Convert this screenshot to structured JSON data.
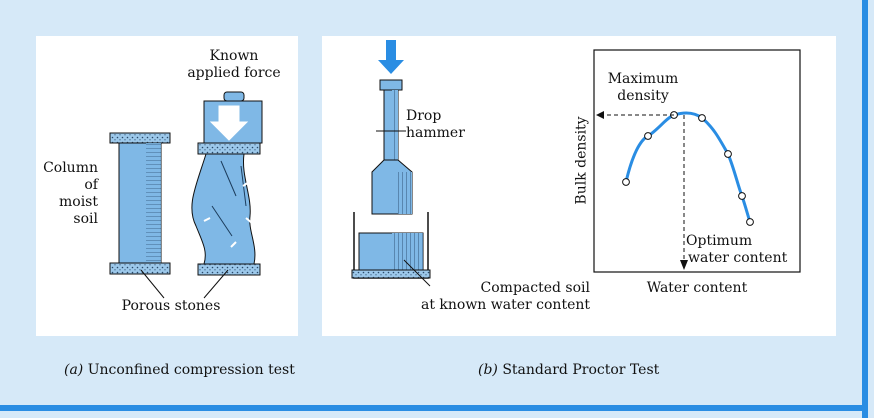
{
  "panel_a": {
    "label_force_1": "Known",
    "label_force_2": "applied force",
    "label_column_1": "Column",
    "label_column_2": "of",
    "label_column_3": "moist",
    "label_column_4": "soil",
    "label_stones": "Porous stones"
  },
  "panel_b": {
    "label_hammer_1": "Drop",
    "label_hammer_2": "hammer",
    "label_compacted_1": "Compacted soil",
    "label_compacted_2": "at known water content",
    "graph": {
      "label_max_1": "Maximum",
      "label_max_2": "density",
      "label_opt_1": "Optimum",
      "label_opt_2": "water content",
      "ylabel": "Bulk density",
      "xlabel": "Water content"
    }
  },
  "captions": {
    "a_letter": "(a)",
    "a_text": " Unconfined compression test",
    "b_letter": "(b)",
    "b_text": " Standard Proctor Test"
  },
  "colors": {
    "accent": "#2a8de3",
    "soil": "#7fb8e6",
    "stone": "#9cc8ea",
    "background": "#d6e9f8"
  }
}
